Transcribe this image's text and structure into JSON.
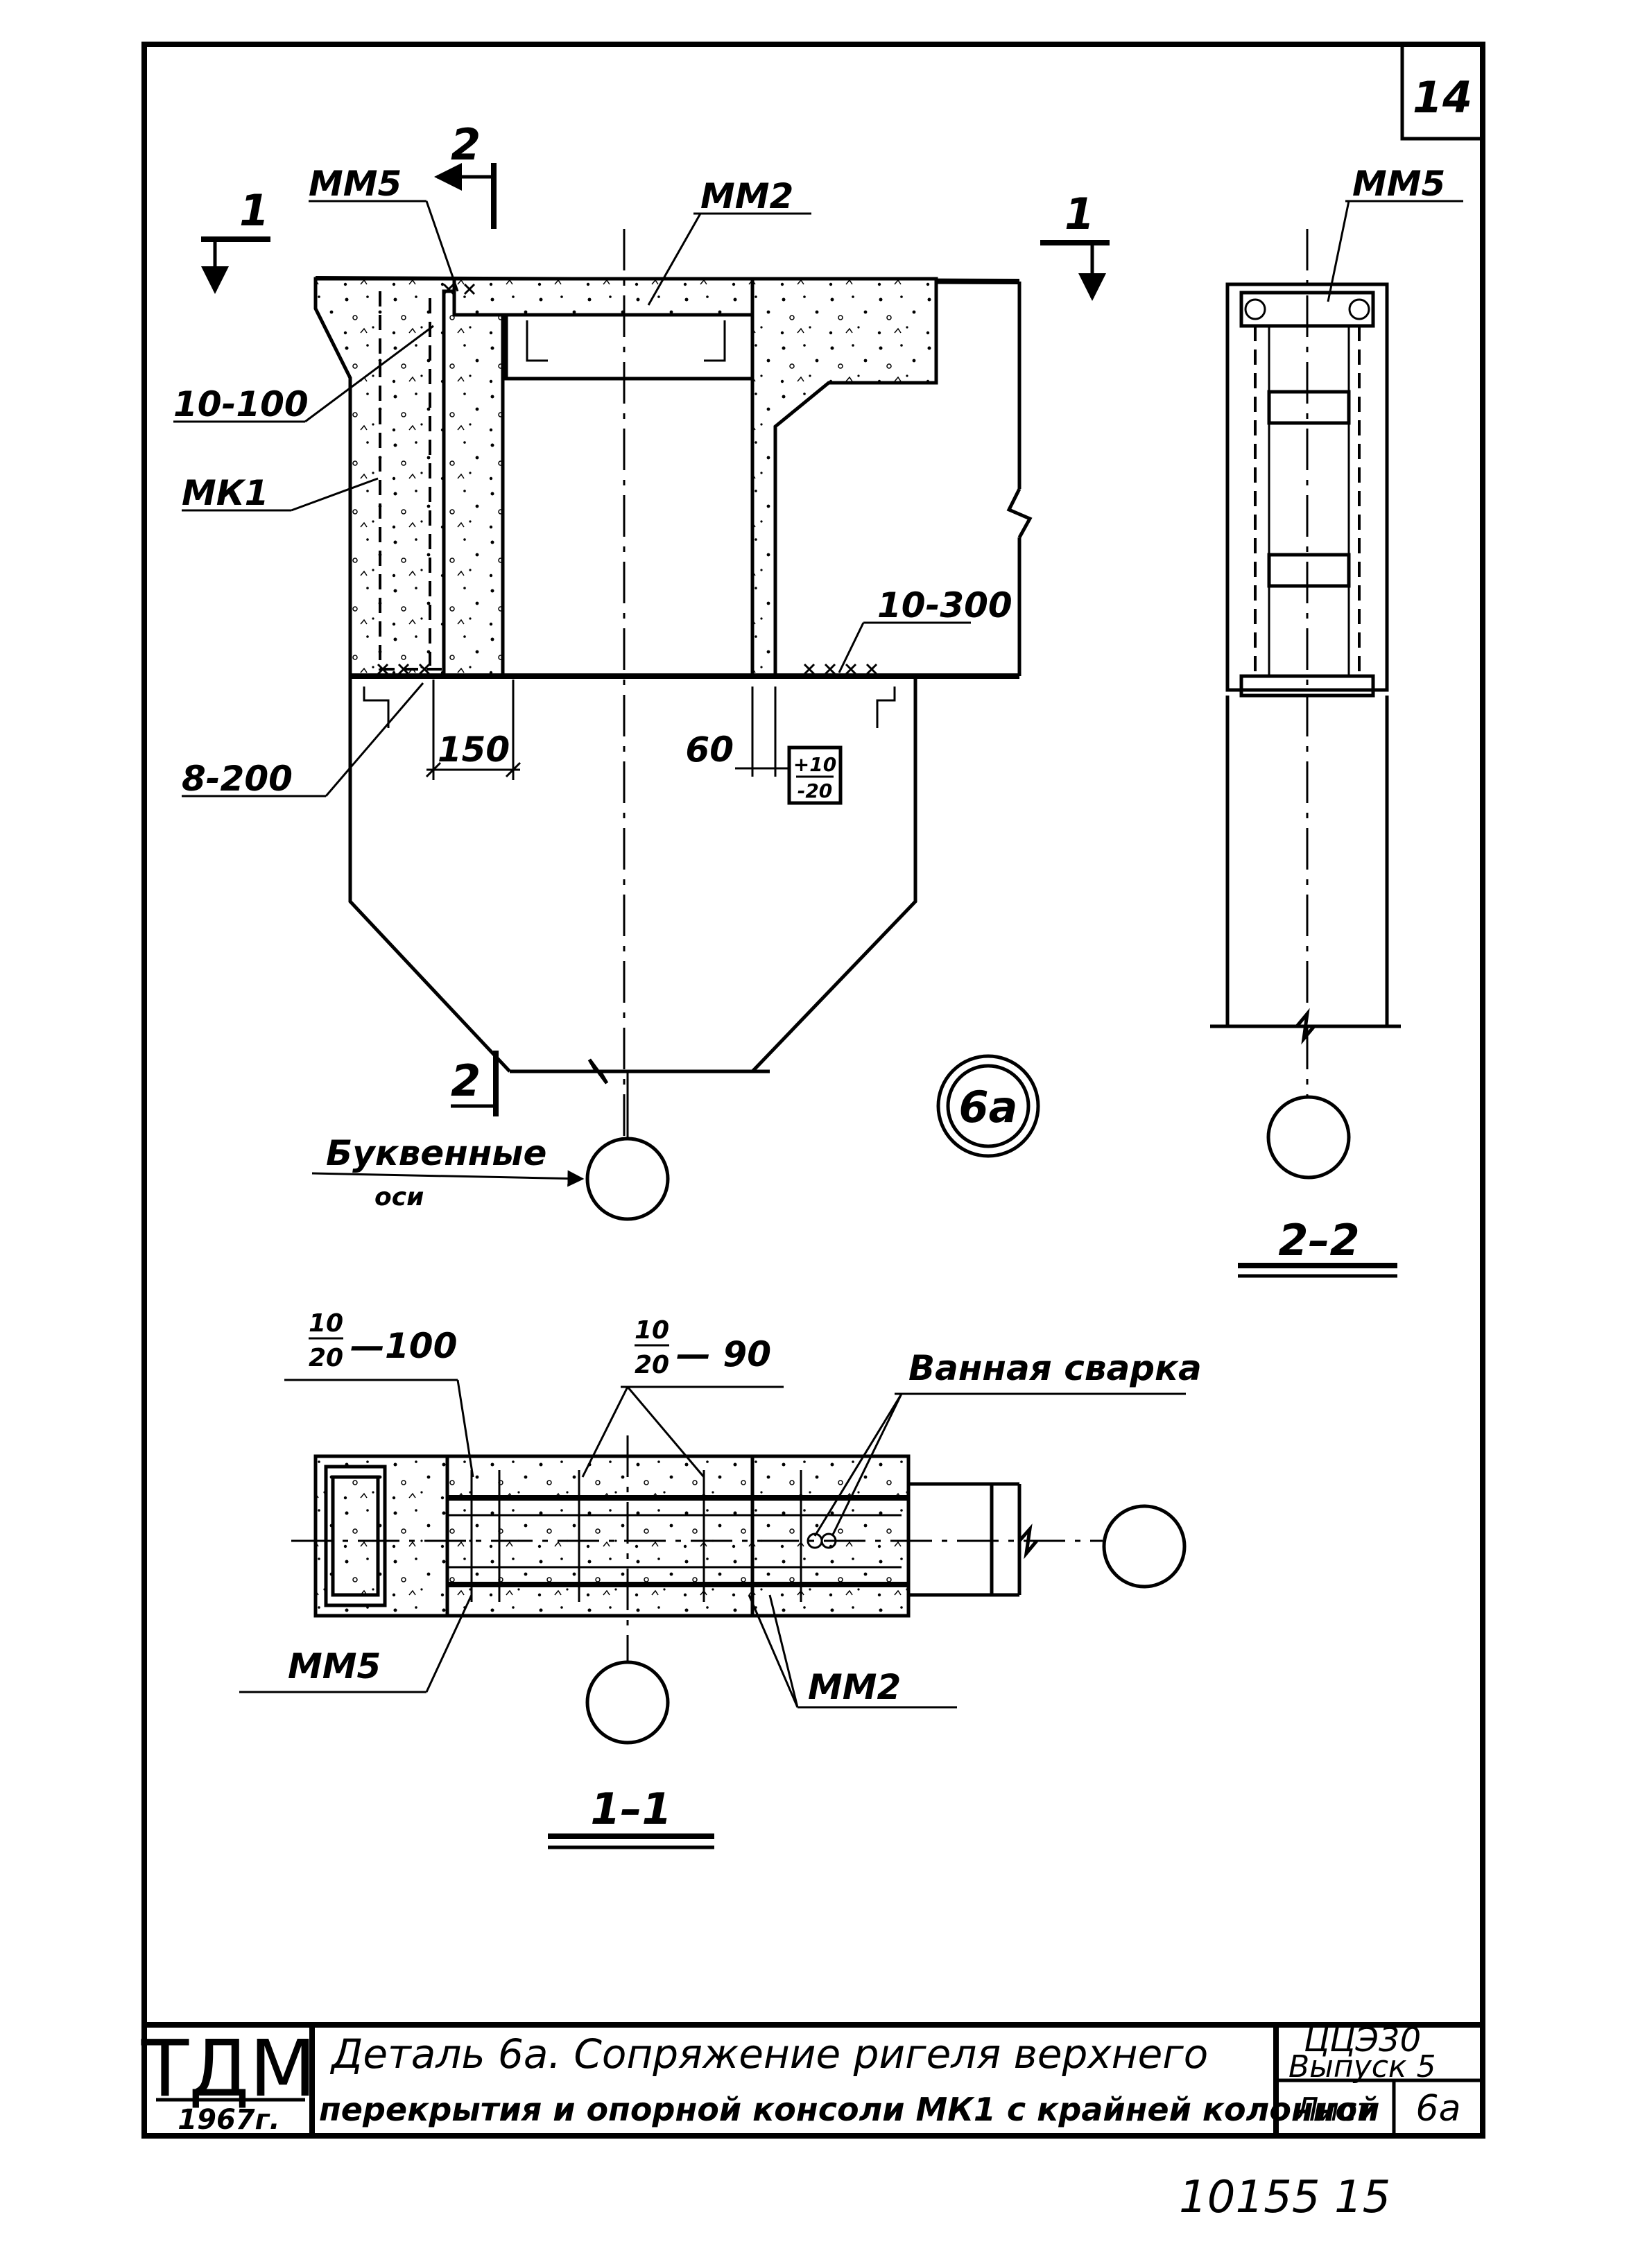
{
  "sheet": {
    "corner_number": "14"
  },
  "labels": {
    "mm5_top": "ММ5",
    "mm2_top": "ММ2",
    "mm5_side": "ММ5",
    "rebar_10_100": "10-100",
    "mk1": "МК1",
    "rebar_8_200": "8-200",
    "rebar_10_300": "10-300",
    "dim_150": "150",
    "dim_60": "60",
    "tolerance_top": "+10",
    "tolerance_bottom": "-20",
    "letter_axes_line1": "Буквенные",
    "letter_axes_line2": "оси",
    "detail_mark": "6а",
    "frac1_num": "10",
    "frac1_den": "20",
    "frac1_tail": "—100",
    "frac2_num": "10",
    "frac2_den": "20",
    "frac2_tail": "— 90",
    "bath_welding": "Ванная сварка",
    "mm5_plan": "ММ5",
    "mm2_plan": "ММ2"
  },
  "cuts": {
    "cut1_left": "1",
    "cut1_right": "1",
    "cut2_top": "2",
    "cut2_bottom": "2"
  },
  "section_titles": {
    "section_2_2": "2–2",
    "section_1_1": "1–1"
  },
  "title_block": {
    "org": "ТДМ",
    "year": "1967г.",
    "title_line1": "Деталь 6а. Сопряжение ригеля верхнего",
    "title_line2": "перекрытия и опорной консоли МК1 с крайней колонной",
    "series": "ЦЦЭ30",
    "issue": "Выпуск 5",
    "sheet_label": "Лист",
    "sheet_value": "6а"
  },
  "archive_number": "10155 15"
}
